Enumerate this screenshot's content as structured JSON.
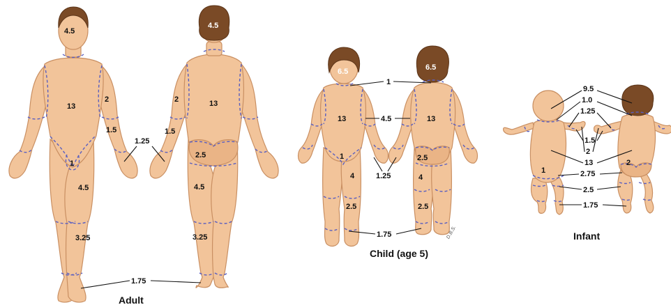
{
  "adult": {
    "caption": "Adult",
    "head_front": "4.5",
    "head_back": "4.5",
    "upper_arm_front": "2",
    "upper_arm_back": "2",
    "forearm_front": "1.5",
    "forearm_back": "1.5",
    "hand": "1.25",
    "trunk_front": "13",
    "trunk_back": "13",
    "genitalia": "1",
    "buttocks": "2.5",
    "thigh_front": "4.5",
    "thigh_back": "4.5",
    "leg_front": "3.25",
    "leg_back": "3.25",
    "foot": "1.75"
  },
  "child": {
    "caption": "Child (age 5)",
    "head_front": "6.5",
    "head_back": "6.5",
    "neck": "1",
    "trunk_front": "13",
    "trunk_back": "13",
    "arm": "4.5",
    "genitalia": "1",
    "hand": "1.25",
    "buttocks": "2.5",
    "thigh_front": "4",
    "thigh_back": "4",
    "leg_front": "2.5",
    "leg_back": "2.5",
    "foot": "1.75",
    "signature": "D.B.S."
  },
  "infant": {
    "caption": "Infant",
    "head": "9.5",
    "neck": "1.0",
    "upper_arm": "1.25",
    "forearm": "1.5",
    "hand": "2",
    "trunk": "13",
    "genitalia": "1",
    "buttocks": "2",
    "thigh": "2.75",
    "leg": "2.5",
    "foot": "1.75"
  }
}
